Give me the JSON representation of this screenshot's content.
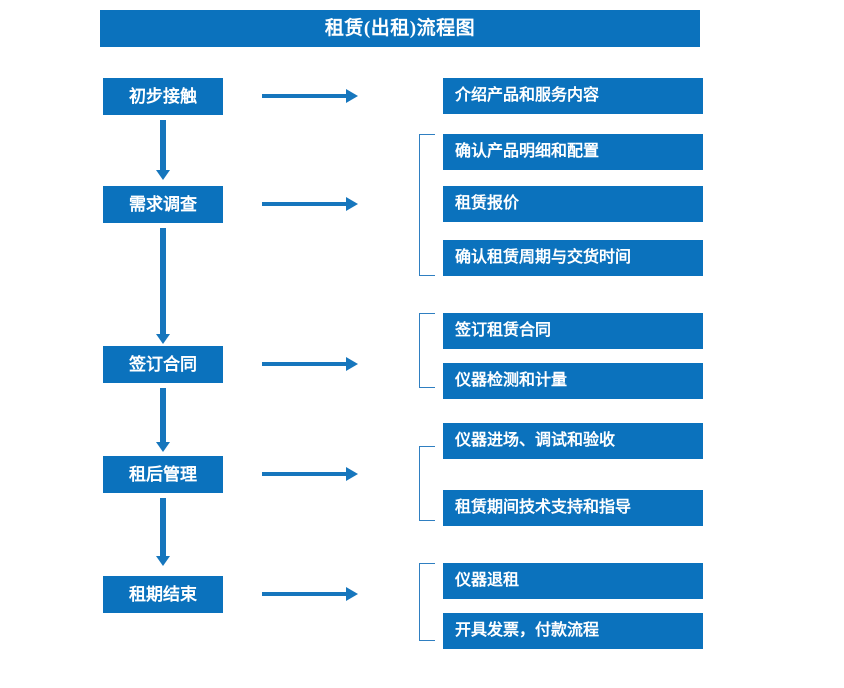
{
  "diagram": {
    "title": "租赁(出租)流程图",
    "type": "flowchart",
    "accent_color": "#0b72bd",
    "arrow_color": "#1676bd",
    "bracket_color": "#2f7fc1",
    "text_color": "#ffffff",
    "background_color": "#ffffff",
    "stages": [
      {
        "label": "初步接触",
        "details": [
          "介绍产品和服务内容"
        ],
        "has_bracket": false
      },
      {
        "label": "需求调查",
        "details": [
          "确认产品明细和配置",
          "租赁报价",
          "确认租赁周期与交货时间"
        ],
        "has_bracket": true
      },
      {
        "label": "签订合同",
        "details": [
          "签订租赁合同",
          "仪器检测和计量"
        ],
        "has_bracket": true
      },
      {
        "label": "租后管理",
        "details": [
          "仪器进场、调试和验收",
          "租赁期间技术支持和指导"
        ],
        "has_bracket": true
      },
      {
        "label": "租期结束",
        "details": [
          "仪器退租",
          "开具发票，付款流程"
        ],
        "has_bracket": true
      }
    ]
  }
}
